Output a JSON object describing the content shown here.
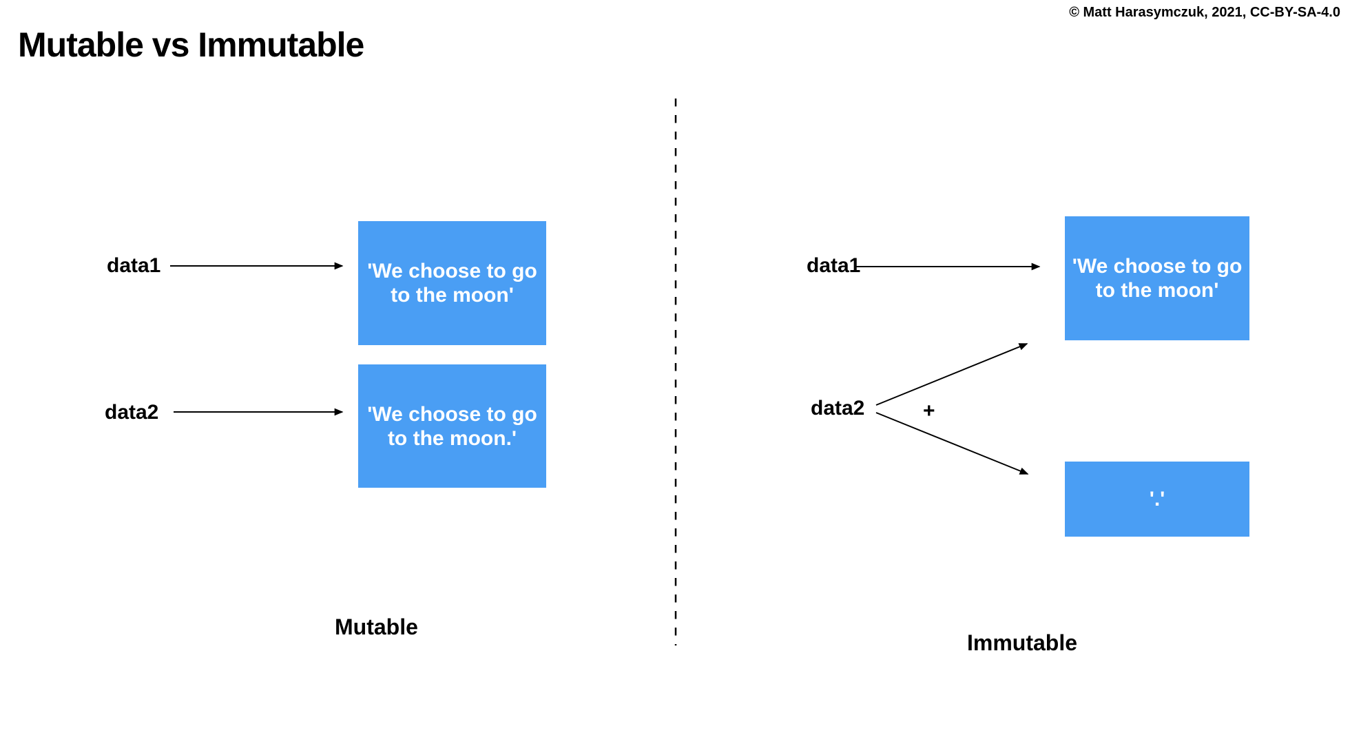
{
  "page": {
    "title": "Mutable vs Immutable",
    "copyright": "© Matt Harasymczuk, 2021, CC-BY-SA-4.0"
  },
  "colors": {
    "box_fill": "#4A9EF4",
    "box_text": "#FFFFFF",
    "ink": "#000000",
    "background": "#FFFFFF"
  },
  "left": {
    "caption": "Mutable",
    "rows": [
      {
        "var": "data1",
        "value": "'We choose to go to the moon'"
      },
      {
        "var": "data2",
        "value": "'We choose to go to the moon.'"
      }
    ]
  },
  "right": {
    "caption": "Immutable",
    "rows": [
      {
        "var": "data1",
        "value": "'We choose to go to the moon'"
      },
      {
        "var": "data2",
        "operator": "+",
        "value": "'.'"
      }
    ]
  }
}
